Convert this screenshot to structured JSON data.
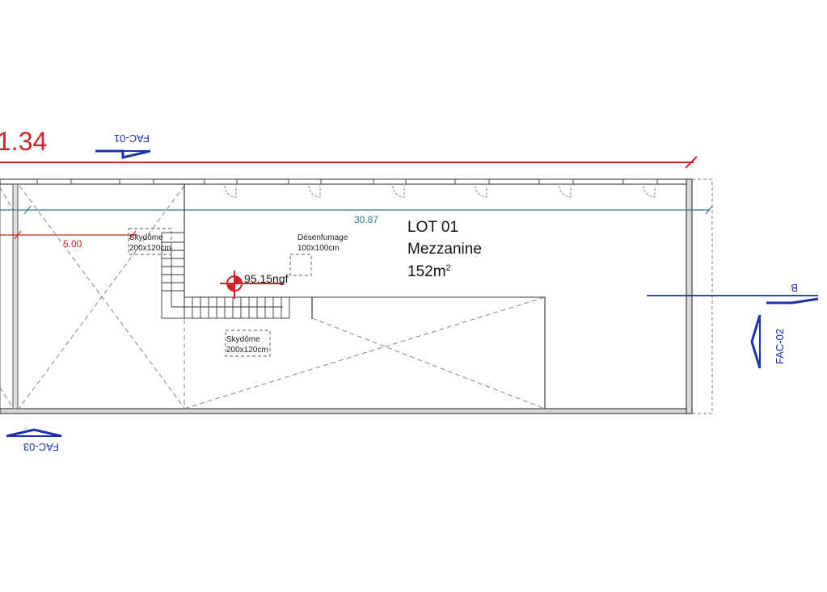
{
  "dimensions": {
    "overall_partial": "1.34",
    "inner_length": "30.87",
    "left_offset": "5.00"
  },
  "section_marks": {
    "fac01": "FAC-01",
    "fac02": "FAC-02",
    "fac03": "FAC-03",
    "b": "B"
  },
  "lot": {
    "name": "LOT 01",
    "type": "Mezzanine",
    "area": "152m",
    "area_unit_sup": "2"
  },
  "openings": [
    {
      "name": "Skydôme",
      "size": "200x120cm"
    },
    {
      "name": "Skydôme",
      "size": "200x120cm"
    },
    {
      "name": "Désenfumage",
      "size": "100x100cm"
    }
  ],
  "level": "95.15ngf",
  "colors": {
    "dimension_red": "#d2232a",
    "dimension_teal": "#2e7d8a",
    "section_blue": "#1c2fb0",
    "wall": "#555555",
    "line": "#333333",
    "dash": "#777777"
  }
}
